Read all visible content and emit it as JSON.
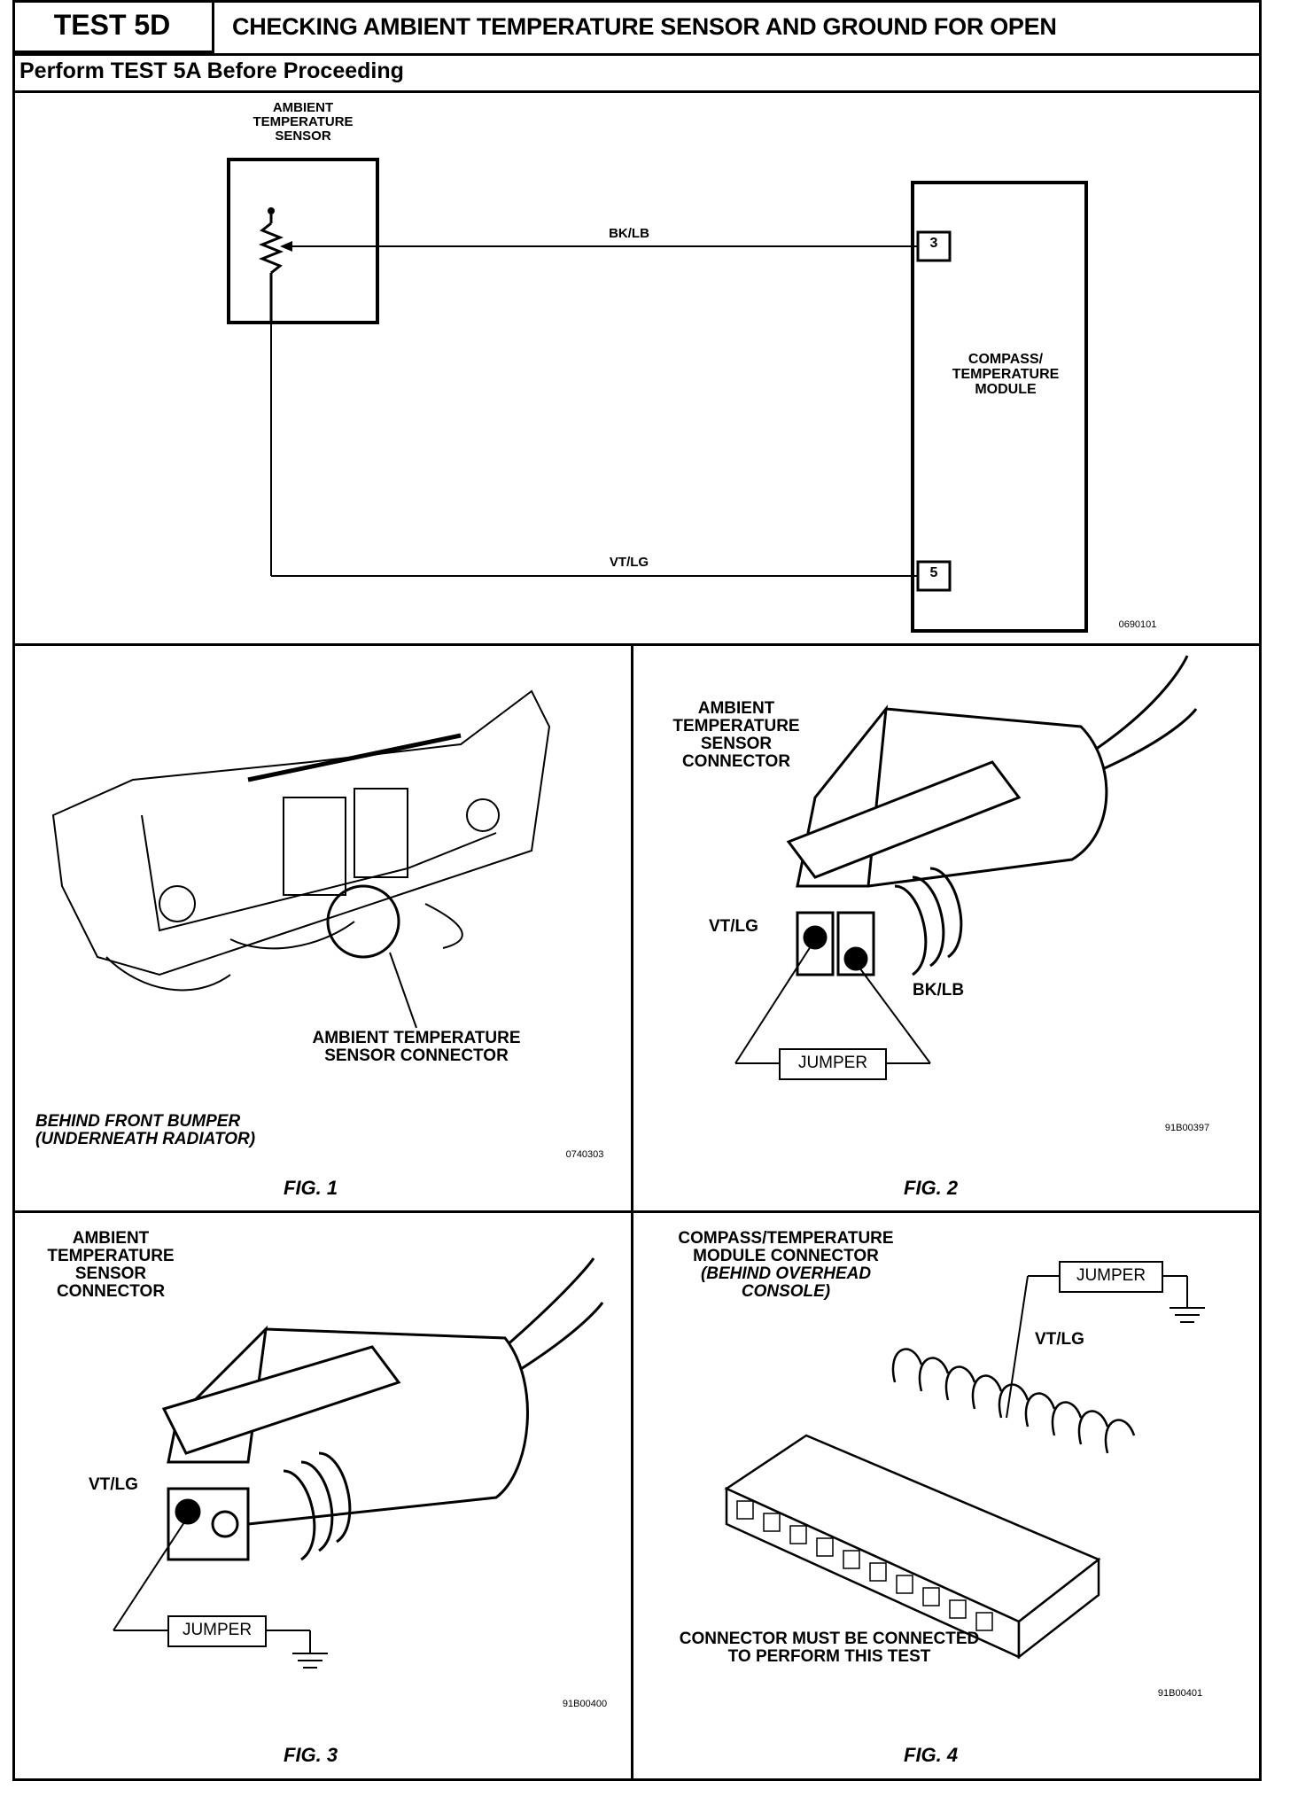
{
  "header": {
    "test_id": "TEST 5D",
    "title": "CHECKING AMBIENT TEMPERATURE SENSOR AND GROUND FOR OPEN",
    "prerequisite": "Perform TEST 5A Before Proceeding"
  },
  "schematic": {
    "sensor_label_1": "AMBIENT",
    "sensor_label_2": "TEMPERATURE",
    "sensor_label_3": "SENSOR",
    "wire_top": "BK/LB",
    "wire_bottom": "VT/LG",
    "pin_top": "3",
    "pin_bottom": "5",
    "module_label_1": "COMPASS/",
    "module_label_2": "TEMPERATURE",
    "module_label_3": "MODULE",
    "ref": "0690101"
  },
  "fig1": {
    "callout_1": "AMBIENT TEMPERATURE",
    "callout_2": "SENSOR CONNECTOR",
    "location_1": "BEHIND FRONT BUMPER",
    "location_2": "(UNDERNEATH RADIATOR)",
    "ref": "0740303",
    "caption": "FIG. 1"
  },
  "fig2": {
    "label_1": "AMBIENT",
    "label_2": "TEMPERATURE",
    "label_3": "SENSOR",
    "label_4": "CONNECTOR",
    "wire_a": "VT/LG",
    "wire_b": "BK/LB",
    "jumper": "JUMPER",
    "ref": "91B00397",
    "caption": "FIG. 2"
  },
  "fig3": {
    "label_1": "AMBIENT",
    "label_2": "TEMPERATURE",
    "label_3": "SENSOR",
    "label_4": "CONNECTOR",
    "wire_a": "VT/LG",
    "jumper": "JUMPER",
    "ref": "91B00400",
    "caption": "FIG. 3"
  },
  "fig4": {
    "label_1": "COMPASS/TEMPERATURE",
    "label_2": "MODULE CONNECTOR",
    "label_3": "(BEHIND OVERHEAD",
    "label_4": "CONSOLE)",
    "wire_a": "VT/LG",
    "jumper": "JUMPER",
    "note_1": "CONNECTOR MUST BE CONNECTED",
    "note_2": "TO PERFORM THIS TEST",
    "ref": "91B00401",
    "caption": "FIG. 4"
  }
}
